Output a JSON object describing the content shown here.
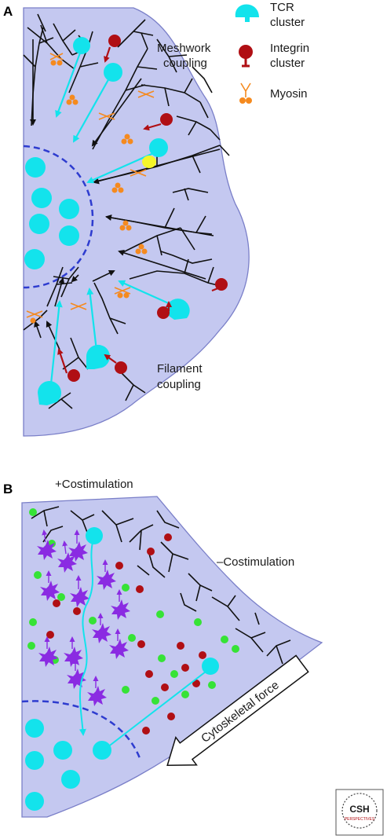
{
  "panel_a": {
    "letter": "A",
    "legend": {
      "tcr": [
        "TCR",
        "cluster"
      ],
      "integrin": [
        "Integrin",
        "cluster"
      ],
      "myosin": "Myosin"
    },
    "labels": {
      "meshwork": [
        "Meshwork",
        "coupling"
      ],
      "filament": [
        "Filament",
        "coupling"
      ]
    }
  },
  "panel_b": {
    "letter": "B",
    "labels": {
      "plus_costim": "+Costimulation",
      "minus_costim": "–Costimulation",
      "force": "Cytoskeletal force"
    }
  },
  "logo": {
    "line1": "CSH",
    "line2": "PERSPECTIVES"
  },
  "colors": {
    "cell": "#c4c8f0",
    "cell_edge": "#7a7fc8",
    "tcr": "#13e3ec",
    "integrin": "#b00f14",
    "myosin": "#f58a1f",
    "actin": "#111111",
    "green": "#36e336",
    "purple": "#8a2be2",
    "csmac": "#2e3ccf"
  }
}
